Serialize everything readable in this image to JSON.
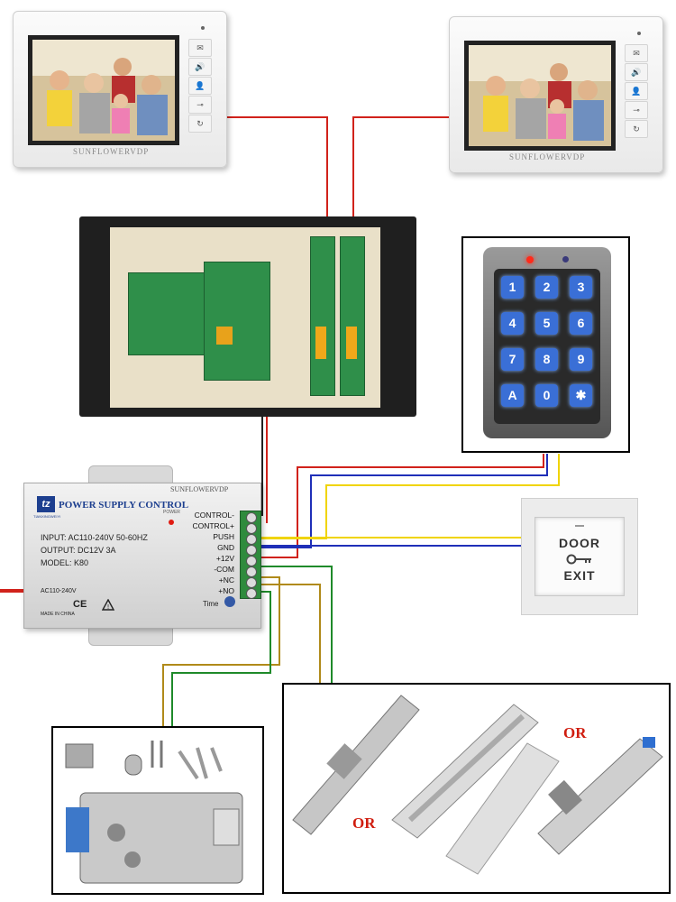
{
  "monitors": [
    {
      "brand": "SUNFLOWERVDP",
      "buttons": [
        "✉",
        "🔊",
        "👤",
        "⊸",
        "↻"
      ]
    },
    {
      "brand": "SUNFLOWERVDP",
      "buttons": [
        "✉",
        "🔊",
        "👤",
        "⊸",
        "↻"
      ]
    }
  ],
  "keypad": {
    "keys": [
      "1",
      "2",
      "3",
      "4",
      "5",
      "6",
      "7",
      "8",
      "9",
      "A",
      "0",
      "✱"
    ],
    "led_color": "#ff2a1a"
  },
  "psu": {
    "logo": "tz",
    "logo_sub": "TIANXINGWEIYI",
    "title": "POWER SUPPLY CONTROL",
    "brand": "SUNFLOWERVDP",
    "power_label": "POWER",
    "input": "INPUT: AC110-240V  50-60HZ",
    "output": "OUTPUT: DC12V  3A",
    "model": "MODEL: K80",
    "ac_label": "AC110-240V",
    "ce": "CE",
    "made_in": "MADE IN CHINA",
    "time_label": "Time",
    "terminals": [
      "CONTROL-",
      "CONTROL+",
      "PUSH",
      "GND",
      "+12V",
      "-COM",
      "+NC",
      "+NO"
    ]
  },
  "exit_button": {
    "line1": "DOOR",
    "line2": "EXIT"
  },
  "or_labels": [
    "OR",
    "OR"
  ],
  "colors": {
    "red_wire": "#d1221b",
    "blue_wire": "#1f2fb8",
    "yellow_wire": "#f0d400",
    "green_wire": "#1f8a2a",
    "olive_wire": "#b08a1a"
  }
}
